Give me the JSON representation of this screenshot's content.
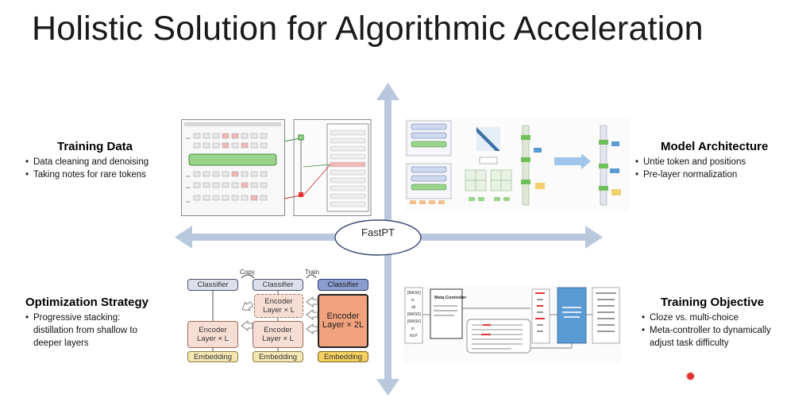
{
  "title": "Holistic Solution for Algorithmic Acceleration",
  "center": {
    "label": "FastPT"
  },
  "quadrants": {
    "training_data": {
      "title": "Training Data",
      "bullets": [
        "Data cleaning and denoising",
        "Taking notes for rare tokens"
      ]
    },
    "model_architecture": {
      "title": "Model Architecture",
      "bullets": [
        "Untie token and positions",
        "Pre-layer normalization"
      ]
    },
    "optimization_strategy": {
      "title": "Optimization Strategy",
      "bullets": [
        "Progressive stacking:",
        "distillation from shallow to",
        "deeper layers"
      ]
    },
    "training_objective": {
      "title": "Training Objective",
      "bullets": [
        "Cloze vs. multi-choice",
        "Meta-controller to dynamically",
        "adjust task difficulty"
      ]
    }
  },
  "optimization_diagram": {
    "copy_label": "Copy",
    "train_label": "Train",
    "classifier": "Classifier",
    "encoder_l": "Encoder",
    "layer_l": "Layer × L",
    "layer_2l": "Layer × 2L",
    "embedding": "Embedding"
  },
  "objective_diagram": {
    "meta_controller": "Meta Controller",
    "masked_tokens": [
      "[MASK]",
      "is",
      "all",
      "[MASK]",
      "[MASK]",
      "in",
      "NLP"
    ]
  },
  "colors": {
    "axis": "#b9c8dd",
    "classifier_blue": "#8a9cd0",
    "encoder_orange": "#f2a27c",
    "embedding_yellow": "#f4d060",
    "model_blue": "#5b9bd5",
    "highlight_red": "#e4322e"
  }
}
